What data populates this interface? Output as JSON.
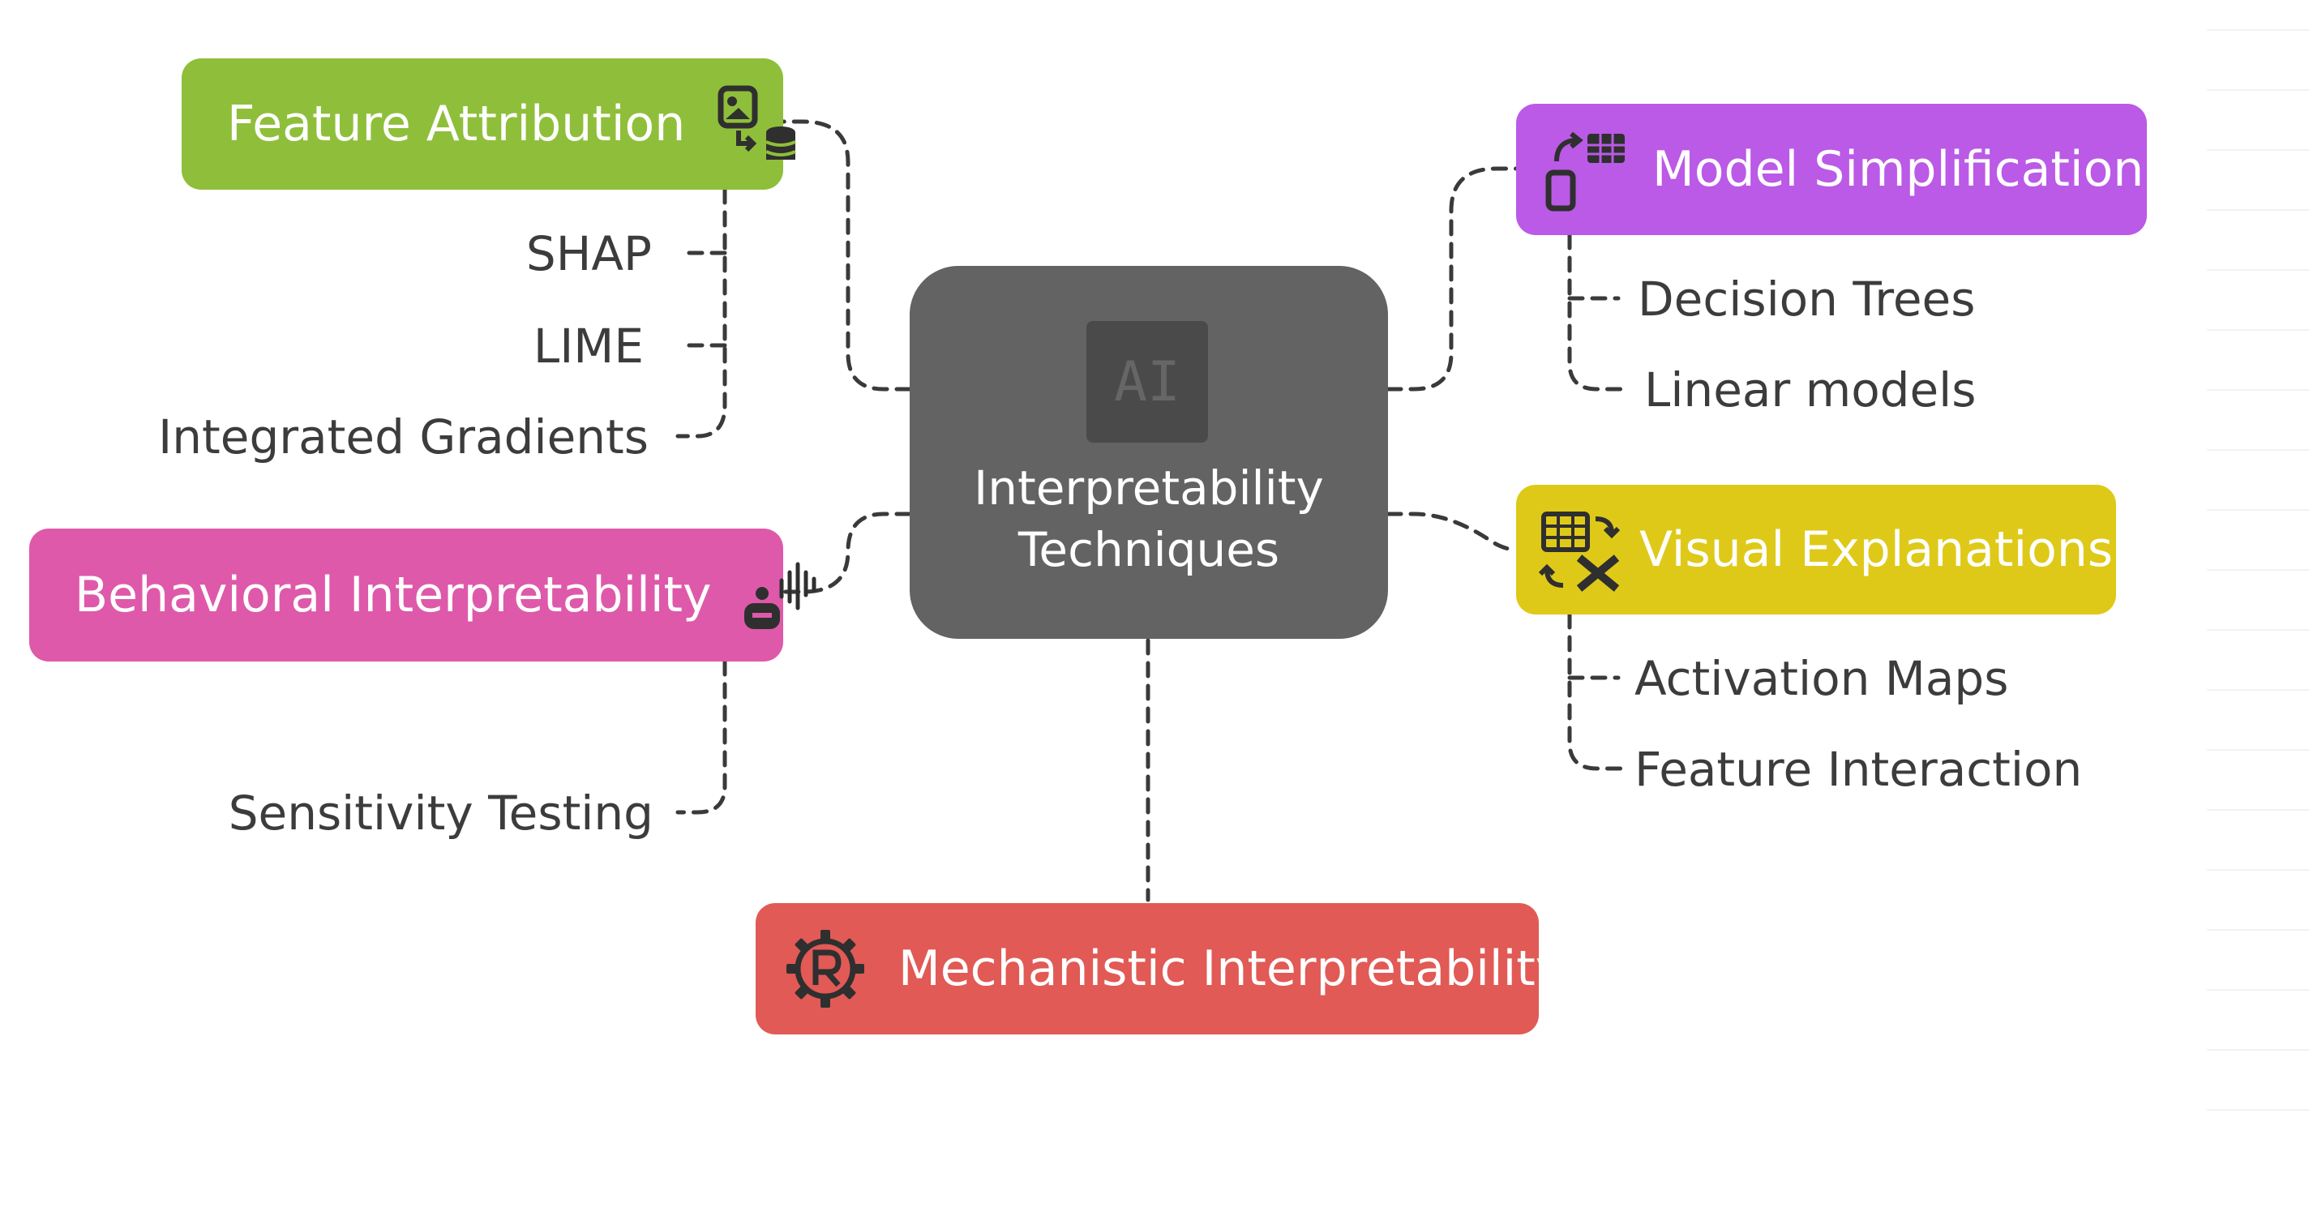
{
  "center": {
    "badge": "AI",
    "title": "Interpretability Techniques"
  },
  "branches": {
    "feature_attribution": {
      "label": "Feature Attribution",
      "color": "#8fbf3a",
      "children": [
        "SHAP",
        "LIME",
        "Integrated Gradients"
      ]
    },
    "behavioral_interpretability": {
      "label": "Behavioral Interpretability",
      "color": "#de59aa",
      "children": [
        "Sensitivity Testing"
      ]
    },
    "model_simplification": {
      "label": "Model Simplification",
      "color": "#bb5ae6",
      "children": [
        "Decision Trees",
        "Linear models"
      ]
    },
    "visual_explanations": {
      "label": "Visual Explanations",
      "color": "#dfc918",
      "children": [
        "Activation Maps",
        "Feature Interaction"
      ]
    },
    "mechanistic_interpretability": {
      "label": "Mechanistic Interpretability",
      "color": "#e15a55",
      "children": []
    }
  },
  "colors": {
    "center_bg": "#636363",
    "badge_bg": "#4a4a4a",
    "connector": "#3a3a3a",
    "leaf_text": "#3c3c3c",
    "icon_dark": "#2f2f2f"
  }
}
